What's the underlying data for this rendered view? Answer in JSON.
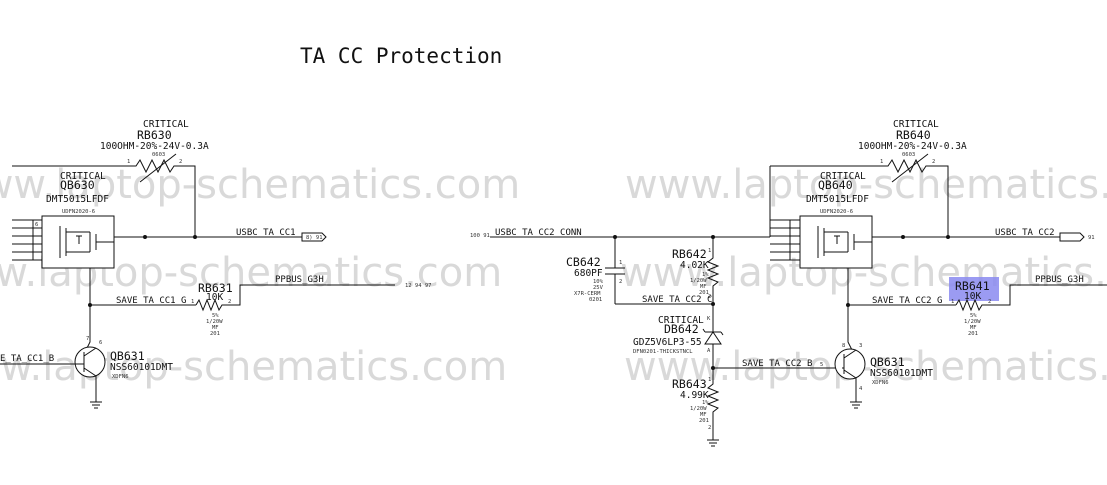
{
  "title": "TA CC Protection",
  "watermark": "www.laptop-schematics.com",
  "colors": {
    "highlight": "#8a8af0",
    "wire": "#111111",
    "watermark": "#d9d9d9"
  },
  "left": {
    "rb630": {
      "critical": "CRITICAL",
      "ref": "RB630",
      "value": "100OHM-20%-24V-0.3A",
      "pkg": "0603",
      "pin1": "1",
      "pin2": "2"
    },
    "qb630": {
      "critical": "CRITICAL",
      "ref": "QB630",
      "part": "DMT5015LFDF",
      "pkg": "UDFN2020-6"
    },
    "net_cc1": "USBC_TA_CC1",
    "net_cc1_page": "8) 91",
    "net_ppbus": "PPBUS_G3H",
    "net_ppbus_page": "12 94 97",
    "net_save_g": "SAVE_TA_CC1_G",
    "net_save_b": "E_TA_CC1_B",
    "rb631": {
      "ref": "RB631",
      "value": "10K",
      "tol": "5%",
      "power": "1/20W",
      "type": "MF",
      "pkg": "201",
      "pin1": "1",
      "pin2": "2"
    },
    "qb631": {
      "ref": "QB631",
      "part": "NSS60101DMT",
      "pkg": "XDFN6"
    },
    "pins": {
      "p7": "7",
      "p6": "6"
    }
  },
  "right": {
    "net_cc2_conn": "USBC_TA_CC2_CONN",
    "net_cc2_conn_page": "100 91",
    "rb640": {
      "critical": "CRITICAL",
      "ref": "RB640",
      "value": "100OHM-20%-24V-0.3A",
      "pkg": "0603",
      "pin1": "1",
      "pin2": "2"
    },
    "qb640": {
      "critical": "CRITICAL",
      "ref": "QB640",
      "part": "DMT5015LFDF",
      "pkg": "UDFN2020-6"
    },
    "net_cc2": "USBC_TA_CC2",
    "net_cc2_page": "91",
    "cb642": {
      "ref": "CB642",
      "value": "680PF",
      "tol": "10%",
      "voltage": "25V",
      "dielectric": "X7R-CERM",
      "pkg": "0201",
      "pin1": "1",
      "pin2": "2"
    },
    "rb642": {
      "ref": "RB642",
      "value": "4.02K",
      "tol": "1%",
      "power": "1/20W",
      "type": "MF",
      "pkg": "201",
      "pin1": "1",
      "pin2": "2"
    },
    "net_save_c": "SAVE_TA_CC2_C",
    "db642": {
      "critical": "CRITICAL",
      "ref": "DB642",
      "part": "GDZ5V6LP3-55",
      "pkg": "DFN0201-THICKSTNCL",
      "pinK": "K",
      "pinA": "A"
    },
    "net_save_b": "SAVE_TA_CC2_B",
    "rb643": {
      "ref": "RB643",
      "value": "4.99K",
      "tol": "1%",
      "power": "1/20W",
      "type": "MF",
      "pkg": "201",
      "pin1": "1",
      "pin2": "2"
    },
    "net_save_g": "SAVE_TA_CC2_G",
    "rb641": {
      "ref": "RB641",
      "value": "10K",
      "tol": "5%",
      "power": "1/20W",
      "type": "MF",
      "pkg": "201",
      "pin1": "1",
      "pin2": "2"
    },
    "net_ppbus": "PPBUS_G3H",
    "qb631b": {
      "ref": "QB631",
      "part": "NSS60101DMT",
      "pkg": "XDFN6"
    },
    "pins": {
      "p8": "8",
      "p3": "3",
      "p5": "5",
      "p4": "4"
    }
  }
}
